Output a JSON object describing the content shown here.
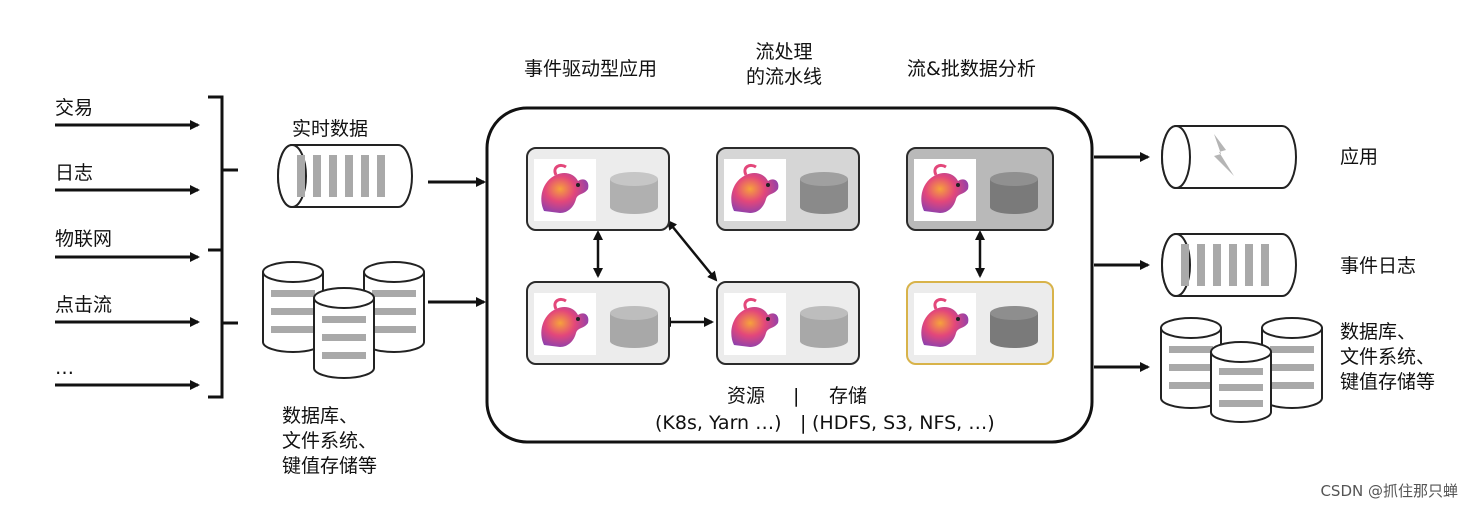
{
  "sources": {
    "items": [
      "交易",
      "日志",
      "物联网",
      "点击流",
      "…"
    ]
  },
  "inputs": {
    "realtime_label": "实时数据",
    "storage_label": "数据库、\n文件系统、\n键值存储等"
  },
  "top_labels": {
    "event_driven": "事件驱动型应用",
    "pipeline": "流处理\n的流水线",
    "analytics": "流&批数据分析"
  },
  "platform": {
    "resources_label": "资源",
    "storage_label": "存储",
    "separator": "|",
    "resources_detail": "(K8s, Yarn …)",
    "storage_detail": "(HDFS, S3, NFS, …)"
  },
  "outputs": {
    "app_label": "应用",
    "event_log_label": "事件日志",
    "storage_label": "数据库、\n文件系统、\n键值存储等"
  },
  "watermark": "CSDN @抓住那只蝉",
  "colors": {
    "stroke": "#111111",
    "card_light": "#ececec",
    "card_mid": "#d6d6d6",
    "card_dark": "#b9b9b9",
    "card_gold_border": "#d8b34a",
    "db_fill": "#a9a9a9"
  }
}
